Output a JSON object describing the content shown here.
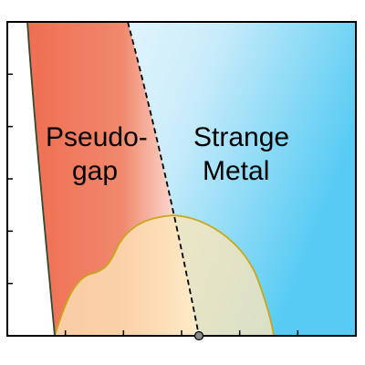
{
  "labels": {
    "pseudogap_line1": "Pseudo-",
    "pseudogap_line2": "gap",
    "strange_metal_line1": "Strange",
    "strange_metal_line2": "Metal"
  },
  "colors": {
    "pseudogap_fill": "#ef7a5c",
    "strange_metal_fill": "#5ccdf2",
    "dome_fill": "#fde6b8",
    "dome_stroke": "#c8a818",
    "boundary_line": "#2f4a2f",
    "critical_point": "#8a8a8a"
  },
  "axes": {
    "x_ticks": 5,
    "y_ticks": 5
  }
}
